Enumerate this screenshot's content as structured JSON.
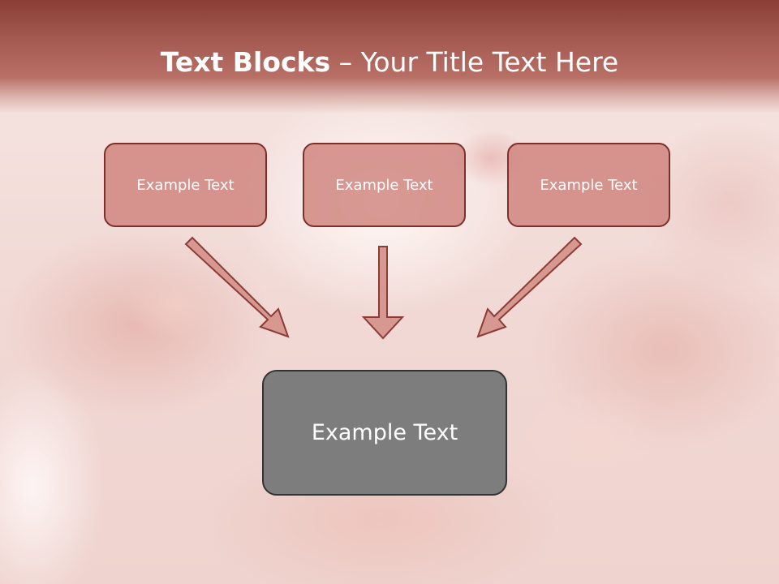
{
  "title": {
    "bold": "Text Blocks",
    "dash": " – ",
    "rest": "Your Title Text Here"
  },
  "blocks": [
    {
      "label": "Example Text"
    },
    {
      "label": "Example Text"
    },
    {
      "label": "Example Text"
    }
  ],
  "main_block": {
    "label": "Example Text"
  },
  "colors": {
    "title_bar": "#a45a51",
    "block_fill": "#cd7e77",
    "block_border": "#7c3029",
    "main_fill": "#7d7d7d",
    "main_border": "#333333",
    "arrow_fill": "#d89892",
    "arrow_stroke": "#8b3c34"
  }
}
